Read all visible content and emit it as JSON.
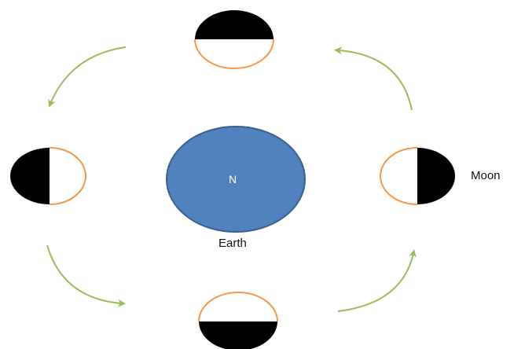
{
  "earth": {
    "letter": "N",
    "label": "Earth"
  },
  "moon": {
    "label": "Moon"
  },
  "colors": {
    "earth_fill": "#4f81bd",
    "earth_stroke": "#3a5f8f",
    "lit_outline": "#f79646",
    "dark_half": "#000000",
    "arrow": "#9bbb59"
  },
  "moon_phases": [
    {
      "position": "top",
      "dark_side": "top"
    },
    {
      "position": "left",
      "dark_side": "left"
    },
    {
      "position": "right",
      "dark_side": "right"
    },
    {
      "position": "bottom",
      "dark_side": "bottom"
    }
  ],
  "orbit_direction": "counter-clockwise"
}
